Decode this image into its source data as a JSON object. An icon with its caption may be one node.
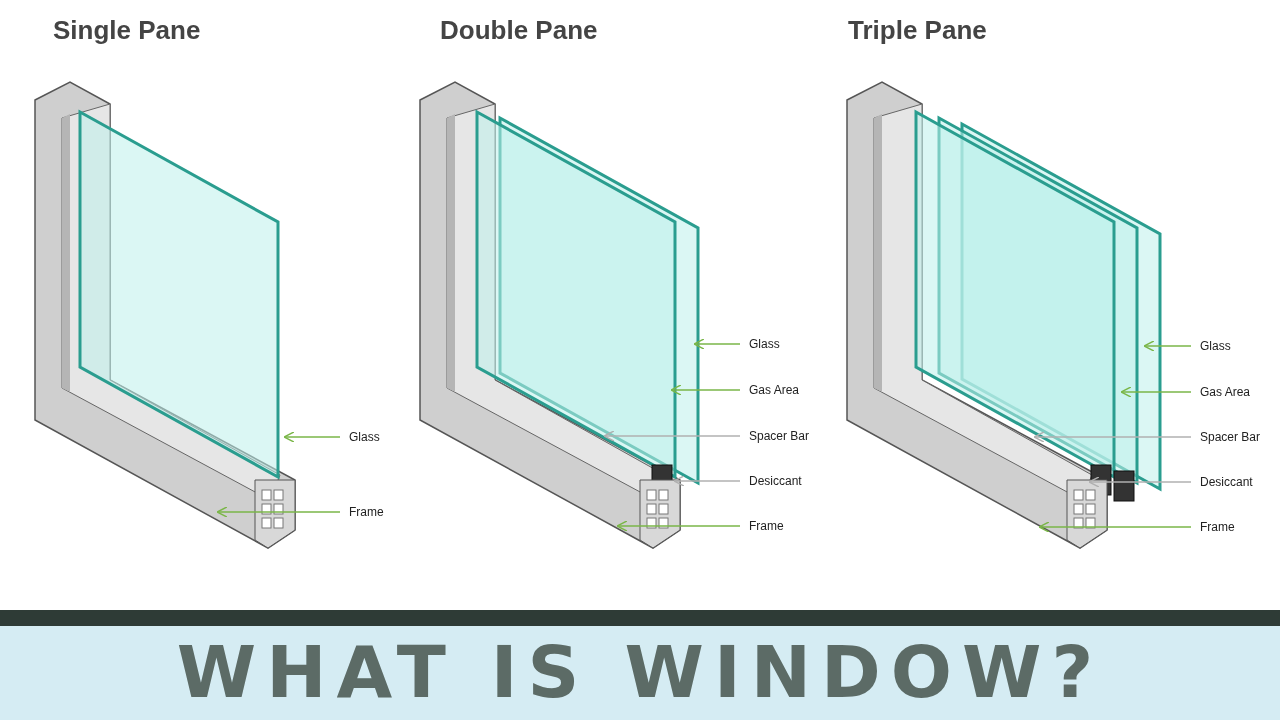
{
  "diagram": {
    "title": "WHAT IS WINDOW?",
    "nodes": [
      {
        "text": [
          "Glass"
        ]
      },
      {
        "text": [
          "Frame"
        ]
      },
      {
        "text": [
          "Glass"
        ]
      },
      {
        "text": [
          "Gas Area"
        ]
      },
      {
        "text": [
          "Spacer Bar"
        ]
      },
      {
        "text": [
          "Desiccant"
        ]
      },
      {
        "text": [
          "Frame"
        ]
      },
      {
        "text": [
          "Glass"
        ]
      },
      {
        "text": [
          "Gas Area"
        ]
      },
      {
        "text": [
          "Spacer Bar"
        ]
      },
      {
        "text": [
          "Desiccant"
        ]
      },
      {
        "text": [
          "Frame"
        ]
      }
    ],
    "edges": [
      {
        "from": 0,
        "to": null,
        "arrow": "to"
      },
      {
        "from": 1,
        "to": null,
        "arrow": "to"
      },
      {
        "from": 2,
        "to": null,
        "arrow": "to"
      },
      {
        "from": 3,
        "to": null,
        "arrow": "to"
      },
      {
        "from": 4,
        "to": null,
        "arrow": "to",
        "color": "#b0b0b0"
      },
      {
        "from": 5,
        "to": null,
        "arrow": "to",
        "color": "#b0b0b0"
      },
      {
        "from": 6,
        "to": null,
        "arrow": "to"
      },
      {
        "from": 7,
        "to": null,
        "arrow": "to"
      },
      {
        "from": 8,
        "to": null,
        "arrow": "to"
      },
      {
        "from": 9,
        "to": null,
        "arrow": "to",
        "color": "#b0b0b0"
      },
      {
        "from": 10,
        "to": null,
        "arrow": "to",
        "color": "#b0b0b0"
      },
      {
        "from": 11,
        "to": null,
        "arrow": "to"
      }
    ],
    "labels": [
      "Single Pane",
      "Double Pane",
      "Triple Pane"
    ]
  }
}
